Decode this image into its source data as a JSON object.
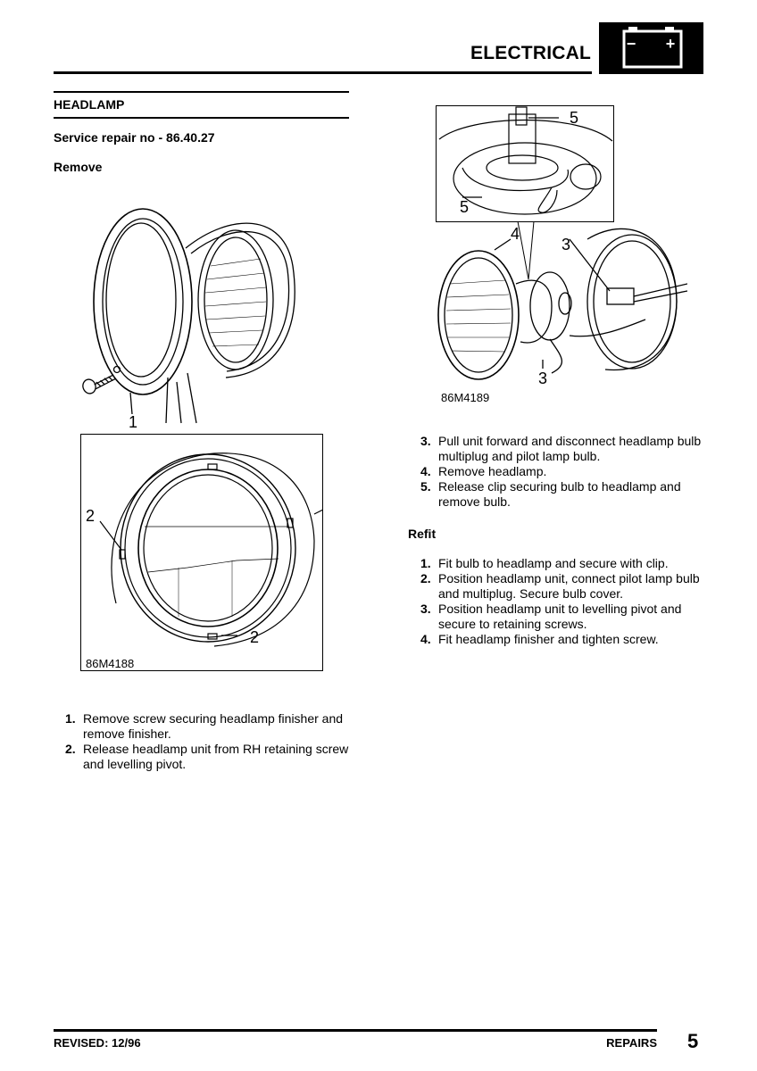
{
  "header": {
    "title": "ELECTRICAL",
    "badge_icon": "battery-icon",
    "badge_minus": "−",
    "badge_plus": "+"
  },
  "section": {
    "title": "HEADLAMP",
    "service_repair": "Service repair no - 86.40.27",
    "remove_heading": "Remove",
    "refit_heading": "Refit"
  },
  "figures": {
    "fig1": {
      "callout_1": "1"
    },
    "fig2": {
      "callout_2a": "2",
      "callout_2b": "2",
      "code": "86M4188"
    },
    "fig3": {
      "callout_5a": "5",
      "callout_5b": "5",
      "callout_4": "4",
      "callout_3a": "3",
      "callout_3b": "3",
      "code": "86M4189"
    }
  },
  "remove_steps_a": [
    {
      "num": "1.",
      "text": "Remove screw securing headlamp finisher and remove finisher."
    },
    {
      "num": "2.",
      "text": "Release headlamp unit from RH retaining screw and levelling pivot."
    }
  ],
  "remove_steps_b": [
    {
      "num": "3.",
      "text": "Pull unit forward and disconnect headlamp bulb multiplug and pilot lamp bulb."
    },
    {
      "num": "4.",
      "text": "Remove headlamp."
    },
    {
      "num": "5.",
      "text": "Release clip securing bulb to headlamp and remove bulb."
    }
  ],
  "refit_steps": [
    {
      "num": "1.",
      "text": "Fit bulb to headlamp and secure with clip."
    },
    {
      "num": "2.",
      "text": "Position headlamp unit, connect pilot lamp bulb and multiplug. Secure bulb cover."
    },
    {
      "num": "3.",
      "text": "Position headlamp unit to levelling pivot and secure to retaining screws."
    },
    {
      "num": "4.",
      "text": "Fit headlamp finisher and tighten screw."
    }
  ],
  "footer": {
    "revised": "REVISED: 12/96",
    "section": "REPAIRS",
    "page": "5"
  }
}
